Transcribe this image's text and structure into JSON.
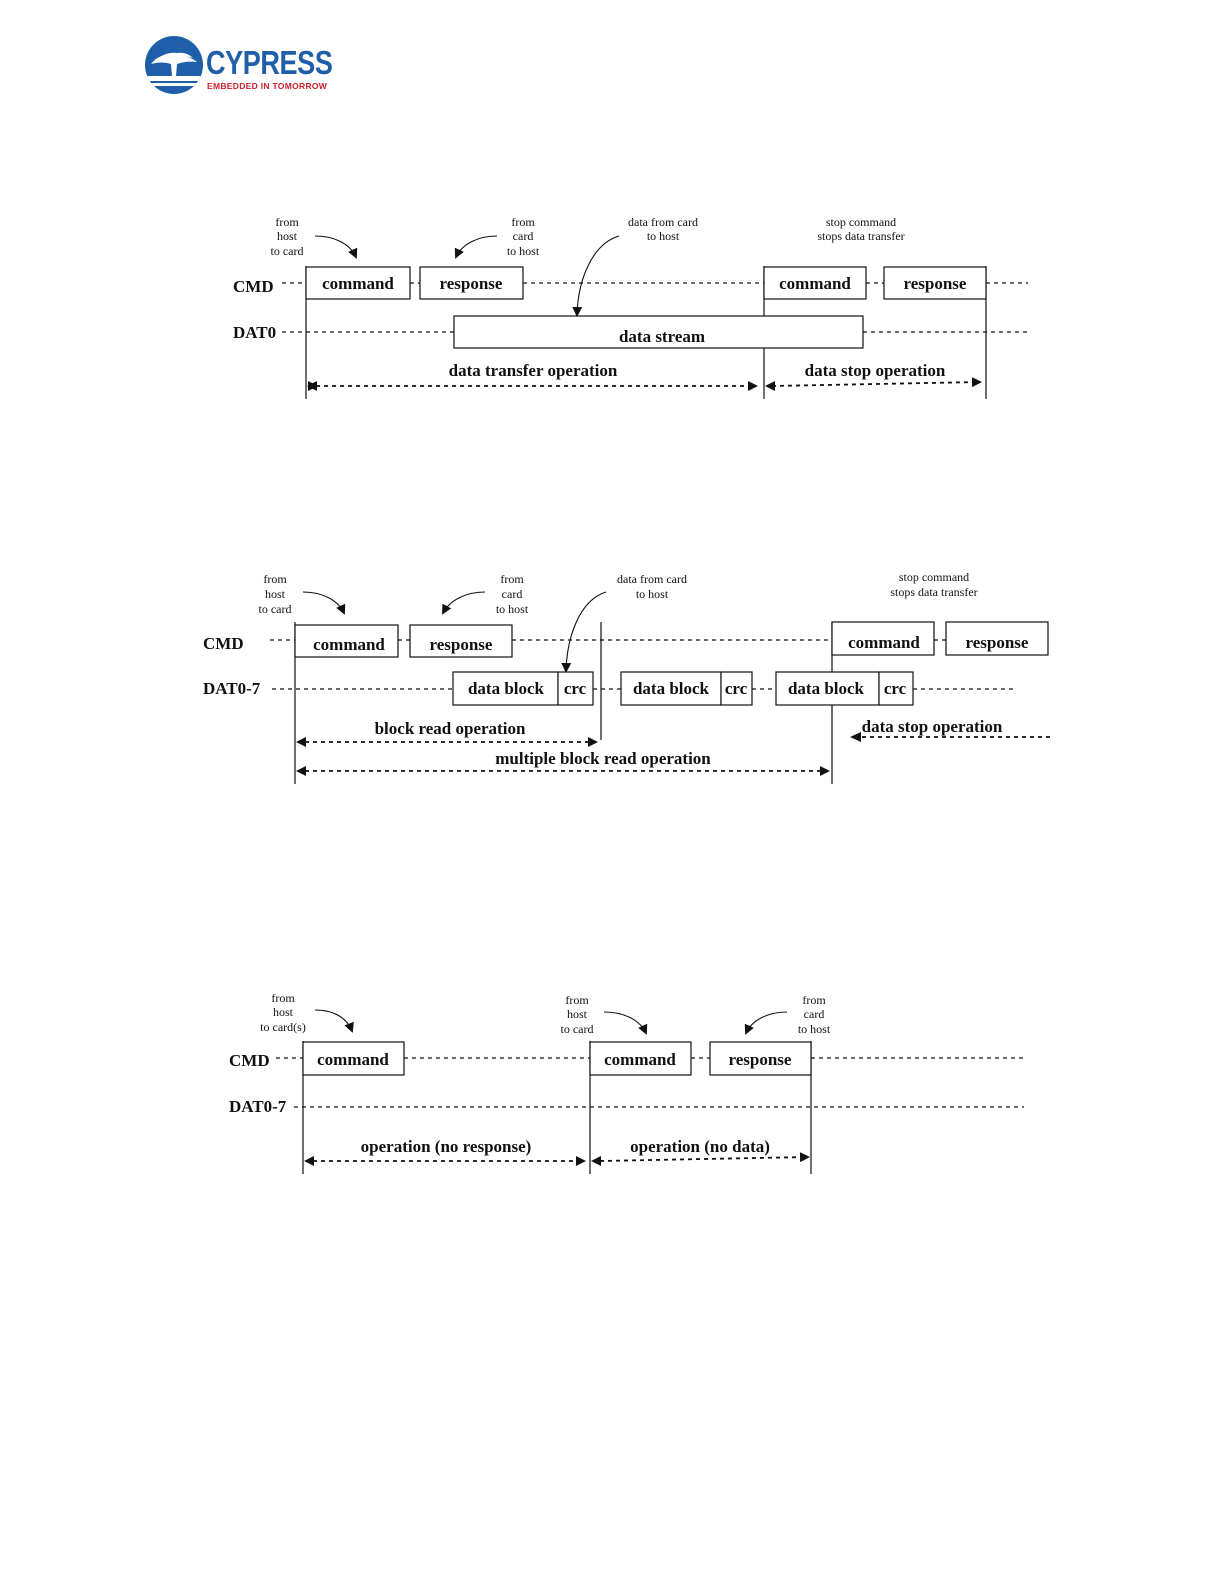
{
  "logo": {
    "name": "CYPRESS",
    "tagline": "EMBEDDED IN TOMORROW"
  },
  "diagrams": [
    {
      "signals": [
        "CMD",
        "DAT0"
      ],
      "boxes": [
        "command",
        "response",
        "data stream",
        "command",
        "response"
      ],
      "notes": [
        [
          "from",
          "host",
          "to card"
        ],
        [
          "from",
          "card",
          "to host"
        ],
        [
          "data from card",
          "to host"
        ],
        [
          "stop command",
          "stops data transfer"
        ]
      ],
      "operations": [
        "data transfer operation",
        "data stop operation"
      ]
    },
    {
      "signals": [
        "CMD",
        "DAT0-7"
      ],
      "boxes": [
        "command",
        "response",
        "data block",
        "crc",
        "data block",
        "crc",
        "data block",
        "crc",
        "command",
        "response"
      ],
      "notes": [
        [
          "from",
          "host",
          "to card"
        ],
        [
          "from",
          "card",
          "to host"
        ],
        [
          "data from card",
          "to host"
        ],
        [
          "stop command",
          "stops data transfer"
        ]
      ],
      "operations": [
        "block read operation",
        "multiple block read operation",
        "data stop operation"
      ]
    },
    {
      "signals": [
        "CMD",
        "DAT0-7"
      ],
      "boxes": [
        "command",
        "command",
        "response"
      ],
      "notes": [
        [
          "from",
          "host",
          "to card(s)"
        ],
        [
          "from",
          "host",
          "to card"
        ],
        [
          "from",
          "card",
          "to host"
        ]
      ],
      "operations": [
        "operation (no response)",
        "operation (no data)"
      ]
    }
  ]
}
